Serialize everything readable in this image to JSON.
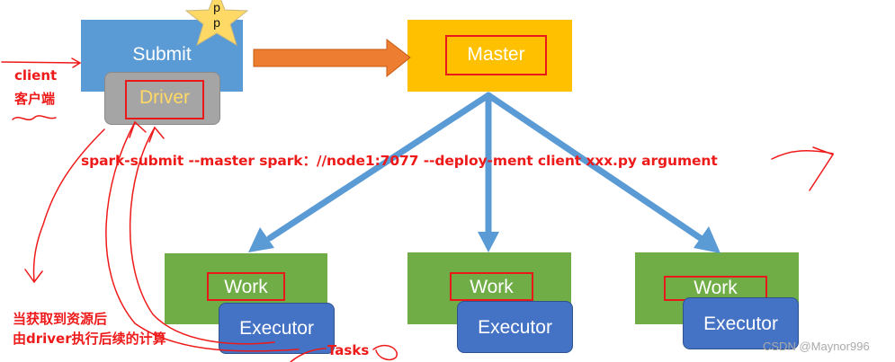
{
  "nodes": {
    "submit": "Submit",
    "driver": "Driver",
    "master": "Master",
    "workers": [
      {
        "work": "Work",
        "executor": "Executor"
      },
      {
        "work": "Work",
        "executor": "Executor"
      },
      {
        "work": "Work",
        "executor": "Executor"
      }
    ]
  },
  "badge": {
    "lines": [
      "p",
      "p"
    ]
  },
  "annotations": {
    "client_en": "client",
    "client_cn": "客户端",
    "command": "spark-submit --master spark：//node1:7077 --deploy-ment client  xxx.py  argument",
    "resource_line1": "当获取到资源后",
    "resource_line2": "由driver执行后续的计算",
    "tasks": "Tasks"
  },
  "watermark": "CSDN @Maynor996",
  "colors": {
    "submit": "#5b9bd5",
    "driver": "#a5a5a5",
    "driver_text": "#ffd966",
    "master": "#ffc000",
    "work": "#70ad47",
    "executor": "#4472c4",
    "arrow_blue": "#5b9bd5",
    "arrow_orange": "#ed7d31",
    "annotation_red": "#ee1a1a",
    "star": "#ffd966"
  }
}
